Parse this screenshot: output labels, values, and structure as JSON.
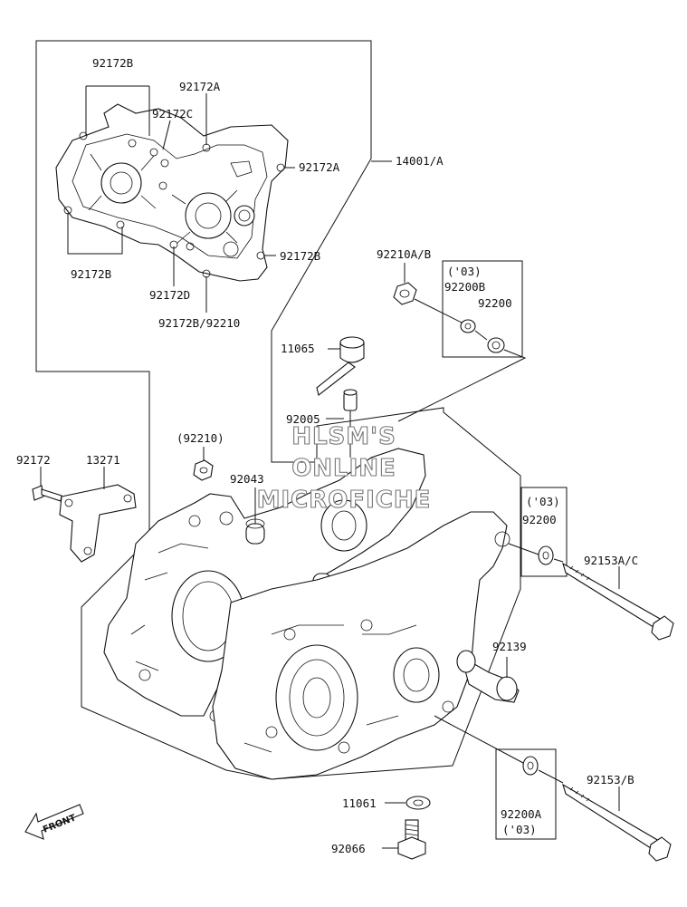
{
  "labels": {
    "p92172b_top": "92172B",
    "p92172a_top": "92172A",
    "p92172c": "92172C",
    "p92172a_right": "92172A",
    "p14001a": "14001/A",
    "p92172b_left": "92172B",
    "p92172b_right": "92172B",
    "p92172d": "92172D",
    "p92172b_92210": "92172B/92210",
    "p92210ab": "92210A/B",
    "p03_top": "('03)",
    "p92200b": "92200B",
    "p92200_top": "92200",
    "p11065": "11065",
    "p92005": "92005",
    "p92210_paren": "(92210)",
    "p92172": "92172",
    "p13271": "13271",
    "p92043": "92043",
    "p03_mid": "('03)",
    "p92200_mid": "92200",
    "p92153ac": "92153A/C",
    "p92139": "92139",
    "p92153b": "92153/B",
    "p11061": "11061",
    "p92200a": "92200A",
    "p03_bot": "('03)",
    "p92066": "92066"
  },
  "watermark": {
    "line1": "HLSM'S",
    "line2": "ONLINE",
    "line3": "MICROFICHE"
  },
  "front_arrow": "FRONT"
}
